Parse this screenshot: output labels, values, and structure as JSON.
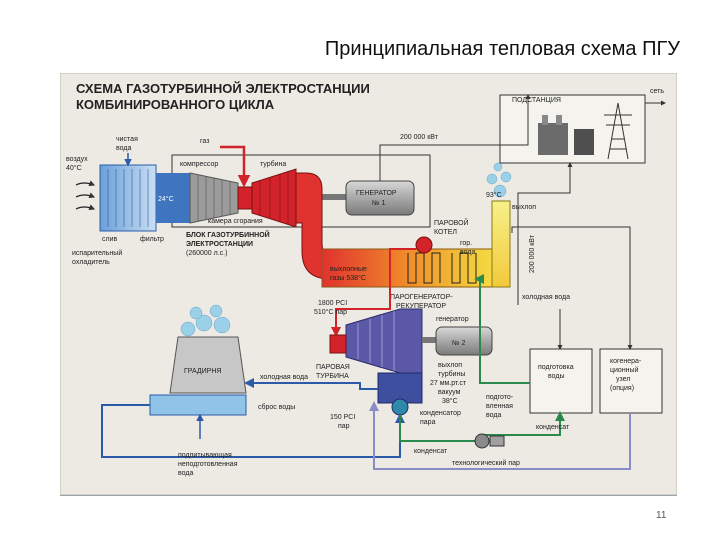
{
  "slide": {
    "title": "Принципиальная тепловая схема ПГУ",
    "page_number": "11"
  },
  "diagram": {
    "heading_line1": "СХЕМА ГАЗОТУРБИННОЙ ЭЛЕКТРОСТАНЦИИ",
    "heading_line2": "КОМБИНИРОВАННОГО ЦИКЛА",
    "substation": "ПОДСТАНЦИЯ",
    "grid": "сеть",
    "clean_water_1": "чистая",
    "clean_water_2": "вода",
    "air_1": "воздух",
    "air_2": "40°С",
    "gas": "газ",
    "power_1": "200 000 кВт",
    "power_2": "200 000 кВт",
    "compressor": "компрессор",
    "turbine": "турбина",
    "generator1_1": "ГЕНЕРАТОР",
    "generator1_2": "№ 1",
    "temp_24": "24°С",
    "combustion": "камера сгорания",
    "drain": "слив",
    "filter": "фильтр",
    "evap_cooler_1": "испарительный",
    "evap_cooler_2": "охладитель",
    "gtu_block_1": "БЛОК ГАЗОТУРБИННОЙ",
    "gtu_block_2": "ЭЛЕКТРОСТАНЦИИ",
    "gtu_block_3": "(260000 л.с.)",
    "temp_93": "93°С",
    "exhaust": "выхлоп",
    "steam_boiler_1": "ПАРОВОЙ",
    "steam_boiler_2": "КОТЕЛ",
    "hot_water_1": "гор.",
    "hot_water_2": "вода",
    "exhaust_gas_1": "выхлопные",
    "exhaust_gas_2": "газы 538°С",
    "hrsg_1": "ПАРОГЕНЕРАТОР-",
    "hrsg_2": "РЕКУПЕРАТОР",
    "cold_water_top": "холодная вода",
    "steam_1": "1800 PCI",
    "steam_2": "510°С пар",
    "generator2_1": "генератор",
    "generator2_2": "№ 2",
    "steam_turbine_1": "ПАРОВАЯ",
    "steam_turbine_2": "ТУРБИНА",
    "cooling_tower": "ГРАДИРНЯ",
    "cold_water": "холодная вода",
    "water_discharge": "сброс воды",
    "turbine_exhaust_1": "выхлоп",
    "turbine_exhaust_2": "турбины",
    "turbine_exhaust_3": "27 мм.рт.ст",
    "turbine_exhaust_4": "вакуум",
    "turbine_exhaust_5": "38°С",
    "prepared_water_1": "подгото-",
    "prepared_water_2": "вленная",
    "prepared_water_3": "вода",
    "water_prep_1": "подготовка",
    "water_prep_2": "воды",
    "cogen_1": "когенера-",
    "cogen_2": "ционный",
    "cogen_3": "узел",
    "cogen_4": "(опция)",
    "condenser_1": "конденсатор",
    "condenser_2": "пара",
    "steam_150_1": "150 PCI",
    "steam_150_2": "пар",
    "condensate_1": "конденсат",
    "condensate_2": "конденсат",
    "process_steam": "технологический пар",
    "makeup_1": "подпитывающая",
    "makeup_2": "неподготовленная",
    "makeup_3": "вода"
  },
  "colors": {
    "frame_bg": "#eceae3",
    "hot_gas": "#e0322f",
    "warm_gas": "#f08a2a",
    "cool_gas": "#f7e64a",
    "steam_line": "#d2232a",
    "feed_water": "#2a8a4c",
    "cold_water": "#2c5aa8",
    "process_steam": "#8a8cc8",
    "turbine_blue": "#5b58a8"
  }
}
